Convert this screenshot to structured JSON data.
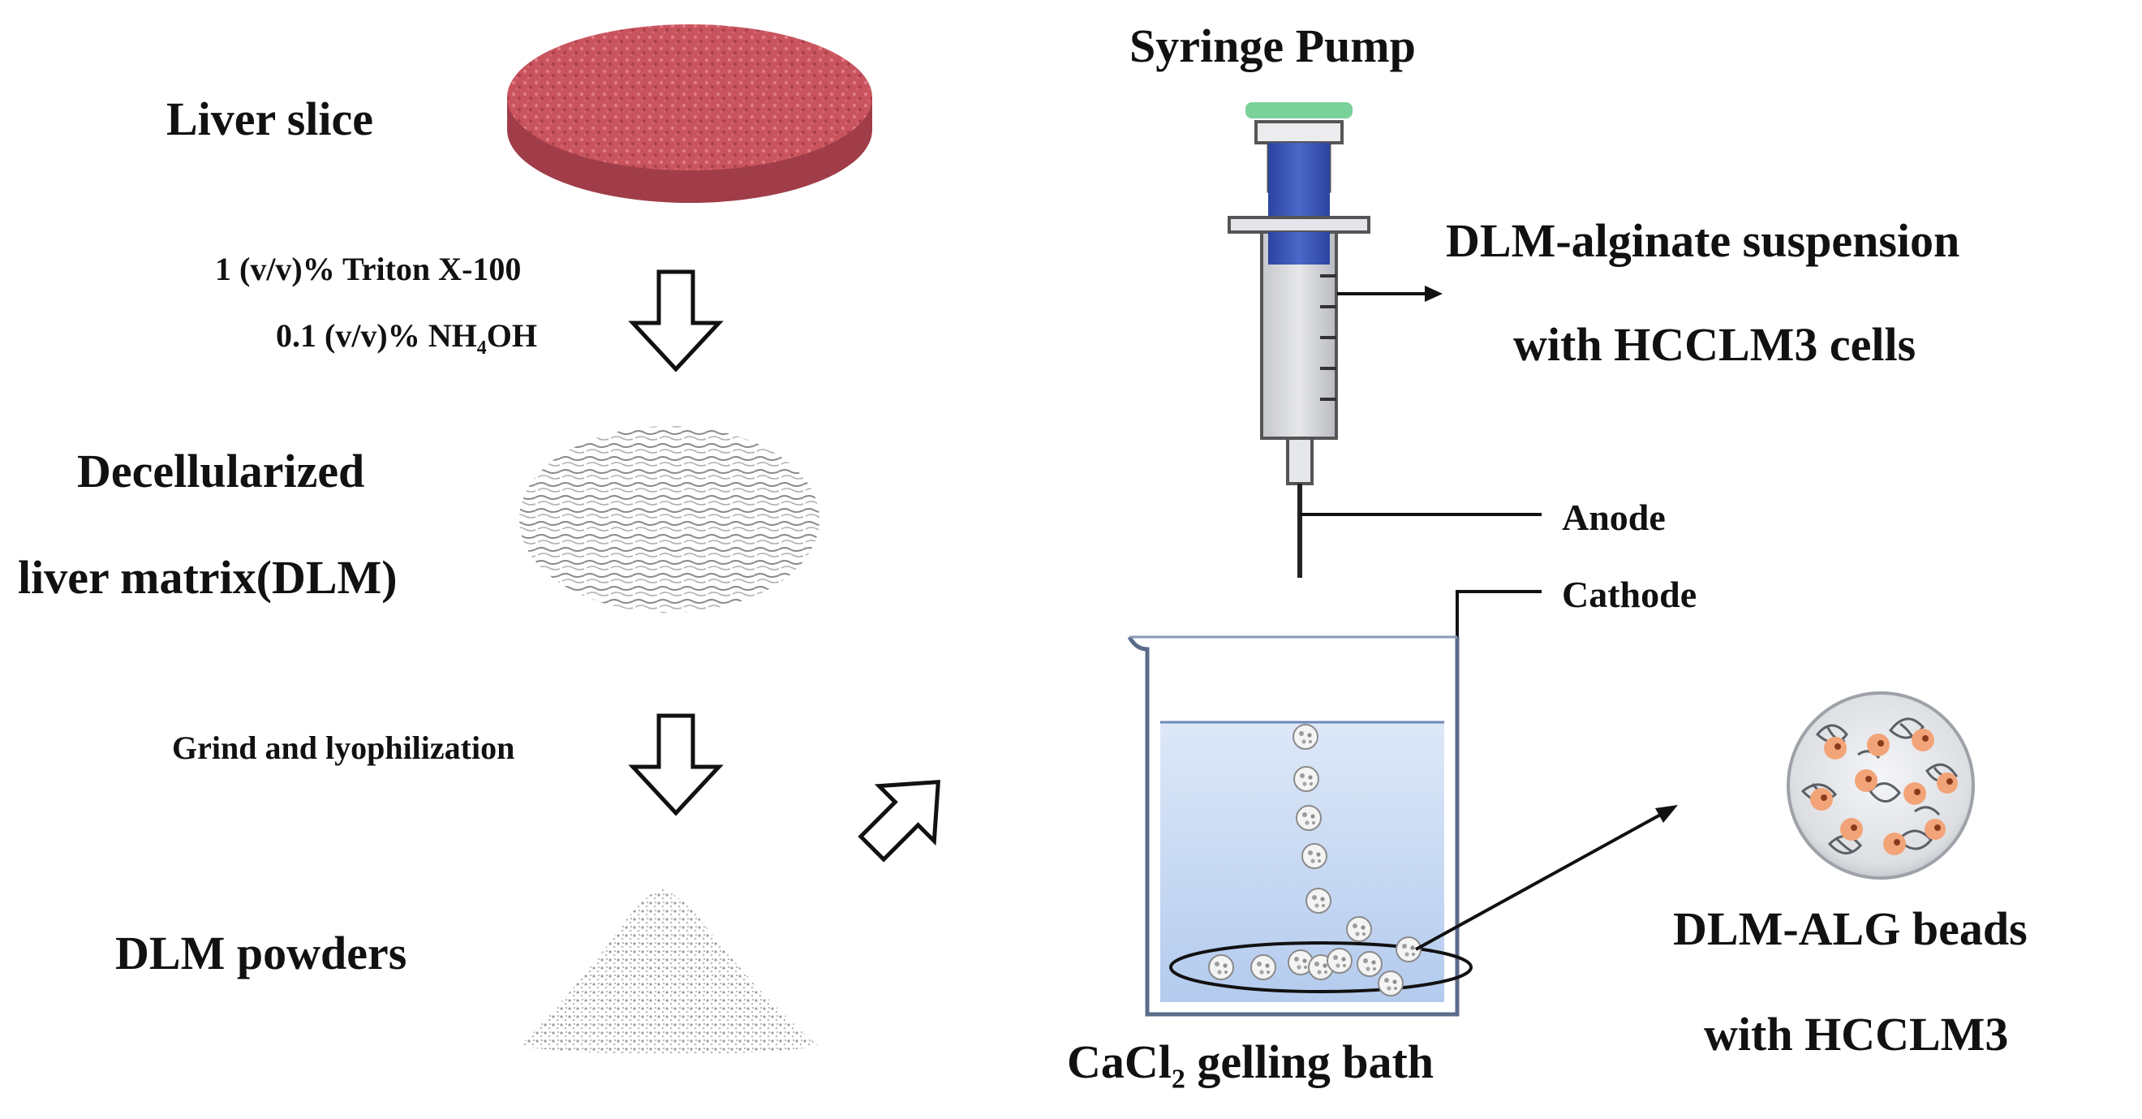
{
  "steps": {
    "liver_slice": "Liver slice",
    "step1_line1": "1 (v/v)% Triton X-100",
    "step1_line2_prefix": "0.1 (v/v)% NH",
    "step1_line2_sub": "4",
    "step1_line2_suffix": "OH",
    "dlm_line1": "Decellularized",
    "dlm_line2": "liver matrix(DLM)",
    "step2": "Grind and lyophilization",
    "powders": "DLM powders"
  },
  "setup": {
    "syringe_pump": "Syringe Pump",
    "suspension_line1": "DLM-alginate suspension",
    "suspension_line2": "with HCCLM3 cells",
    "anode": "Anode",
    "cathode": "Cathode",
    "bath_prefix": "CaCl",
    "bath_sub": "2",
    "bath_suffix": " gelling bath",
    "beads_line1": "DLM-ALG beads",
    "beads_line2": "with HCCLM3"
  },
  "colors": {
    "liver": "#c9545e",
    "plunger": "#3b58b8",
    "plunger_cap": "#7ad19a",
    "barrel": "#d2d4d8",
    "bath_liquid": "#c4d6f2",
    "cell": "#f2a478"
  }
}
